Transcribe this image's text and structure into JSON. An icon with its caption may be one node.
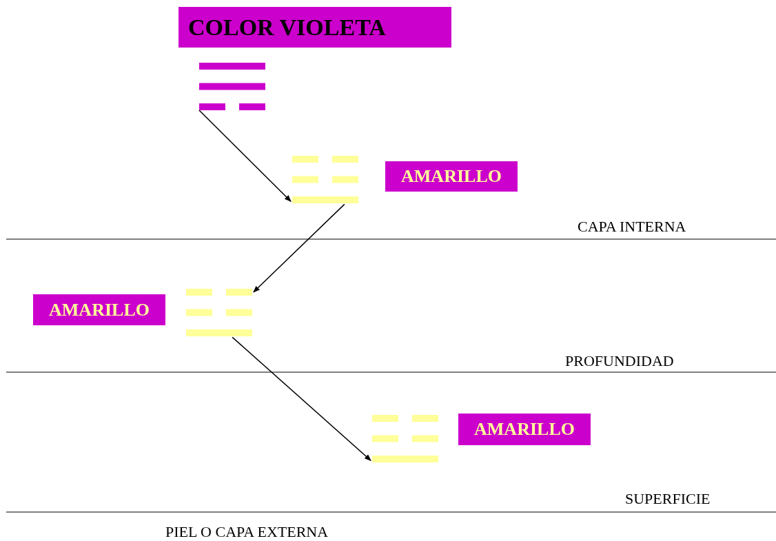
{
  "diagram": {
    "nodes": [
      {
        "text": [
          "COLOR VIOLETA"
        ]
      },
      {
        "text": [],
        "shape": "trigram"
      },
      {
        "text": [],
        "shape": "trigram"
      },
      {
        "text": [
          "AMARILLO"
        ]
      },
      {
        "text": [
          "AMARILLO"
        ]
      },
      {
        "text": [],
        "shape": "trigram"
      },
      {
        "text": [],
        "shape": "trigram"
      },
      {
        "text": [
          "AMARILLO"
        ]
      }
    ],
    "edges": [
      {
        "from": 1,
        "to": 2,
        "arrow": "to"
      },
      {
        "from": 2,
        "to": 5,
        "arrow": "to"
      },
      {
        "from": 5,
        "to": 6,
        "arrow": "to"
      }
    ],
    "labels": [
      "CAPA INTERNA",
      "PROFUNDIDAD",
      "SUPERFICIE",
      "PIEL O CAPA EXTERNA"
    ]
  }
}
